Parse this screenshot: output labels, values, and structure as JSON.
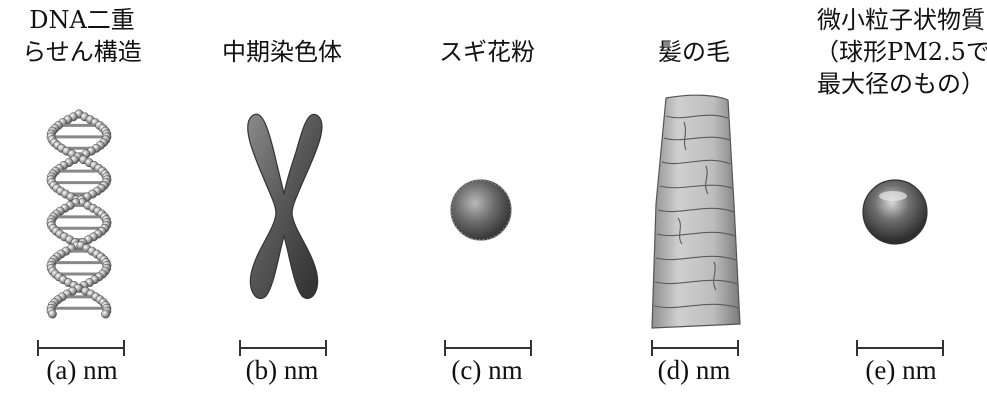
{
  "items": [
    {
      "title_lines": [
        "DNA二重",
        "らせん構造"
      ],
      "label": "(a) nm",
      "icon": "dna-double-helix-icon"
    },
    {
      "title_lines": [
        "中期染色体"
      ],
      "label": "(b) nm",
      "icon": "chromosome-icon"
    },
    {
      "title_lines": [
        "スギ花粉"
      ],
      "label": "(c) nm",
      "icon": "pollen-icon"
    },
    {
      "title_lines": [
        "髪の毛"
      ],
      "label": "(d) nm",
      "icon": "hair-icon"
    },
    {
      "title_lines": [
        "微小粒子状物質",
        "（球形PM2.5で",
        "最大径のもの）"
      ],
      "label": "(e) nm",
      "icon": "pm25-particle-icon"
    }
  ],
  "colors": {
    "dna": "#9a9a9a",
    "chromosome": "#5a5a5a",
    "pollen": "#6e6e6e",
    "hair": "#b9b9b9",
    "particle": "#555555"
  }
}
